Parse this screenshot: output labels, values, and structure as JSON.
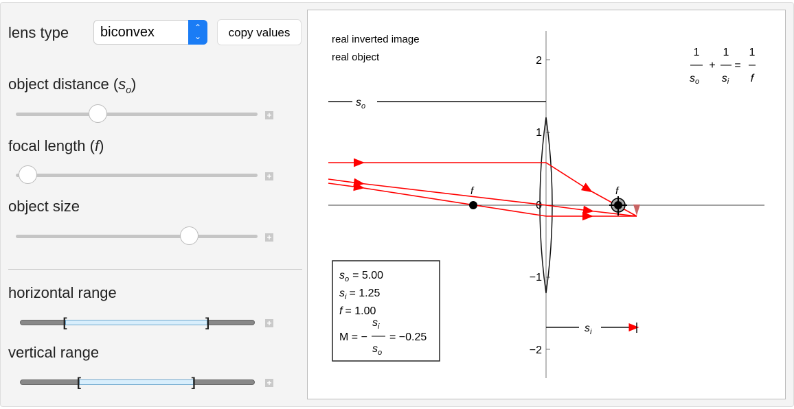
{
  "controls": {
    "lens_type": {
      "label": "lens type",
      "value": "biconvex"
    },
    "copy_values": "copy values",
    "object_distance": {
      "label": "object distance (",
      "sym": "s",
      "sub": "o",
      "close": ")",
      "value_fraction": 0.34
    },
    "focal_length": {
      "label": "focal length (",
      "sym": "f",
      "close": ")",
      "value_fraction": 0.05
    },
    "object_size": {
      "label": "object size",
      "value_fraction": 0.72
    },
    "horizontal_range": {
      "label": "horizontal range",
      "range_fraction": [
        0.19,
        0.8
      ]
    },
    "vertical_range": {
      "label": "vertical range",
      "range_fraction": [
        0.25,
        0.74
      ]
    }
  },
  "plot": {
    "status": [
      "real inverted image",
      "real object"
    ],
    "y_ticks": [
      "2",
      "1",
      "0",
      "−1",
      "−2"
    ],
    "focal_label": "f",
    "so_label": "s",
    "so_sub": "o",
    "si_label": "s",
    "si_sub": "i",
    "equation": {
      "one": "1",
      "plus": "+",
      "eq": "=",
      "s": "s",
      "o": "o",
      "i": "i",
      "f": "f"
    },
    "values": {
      "so": "= 5.00",
      "si": "= 1.25",
      "f": "= 1.00",
      "M_prefix": "M = −",
      "M_value": "= −0.25"
    },
    "colors": {
      "ray": "#ff0000",
      "image": "#c86464"
    }
  }
}
